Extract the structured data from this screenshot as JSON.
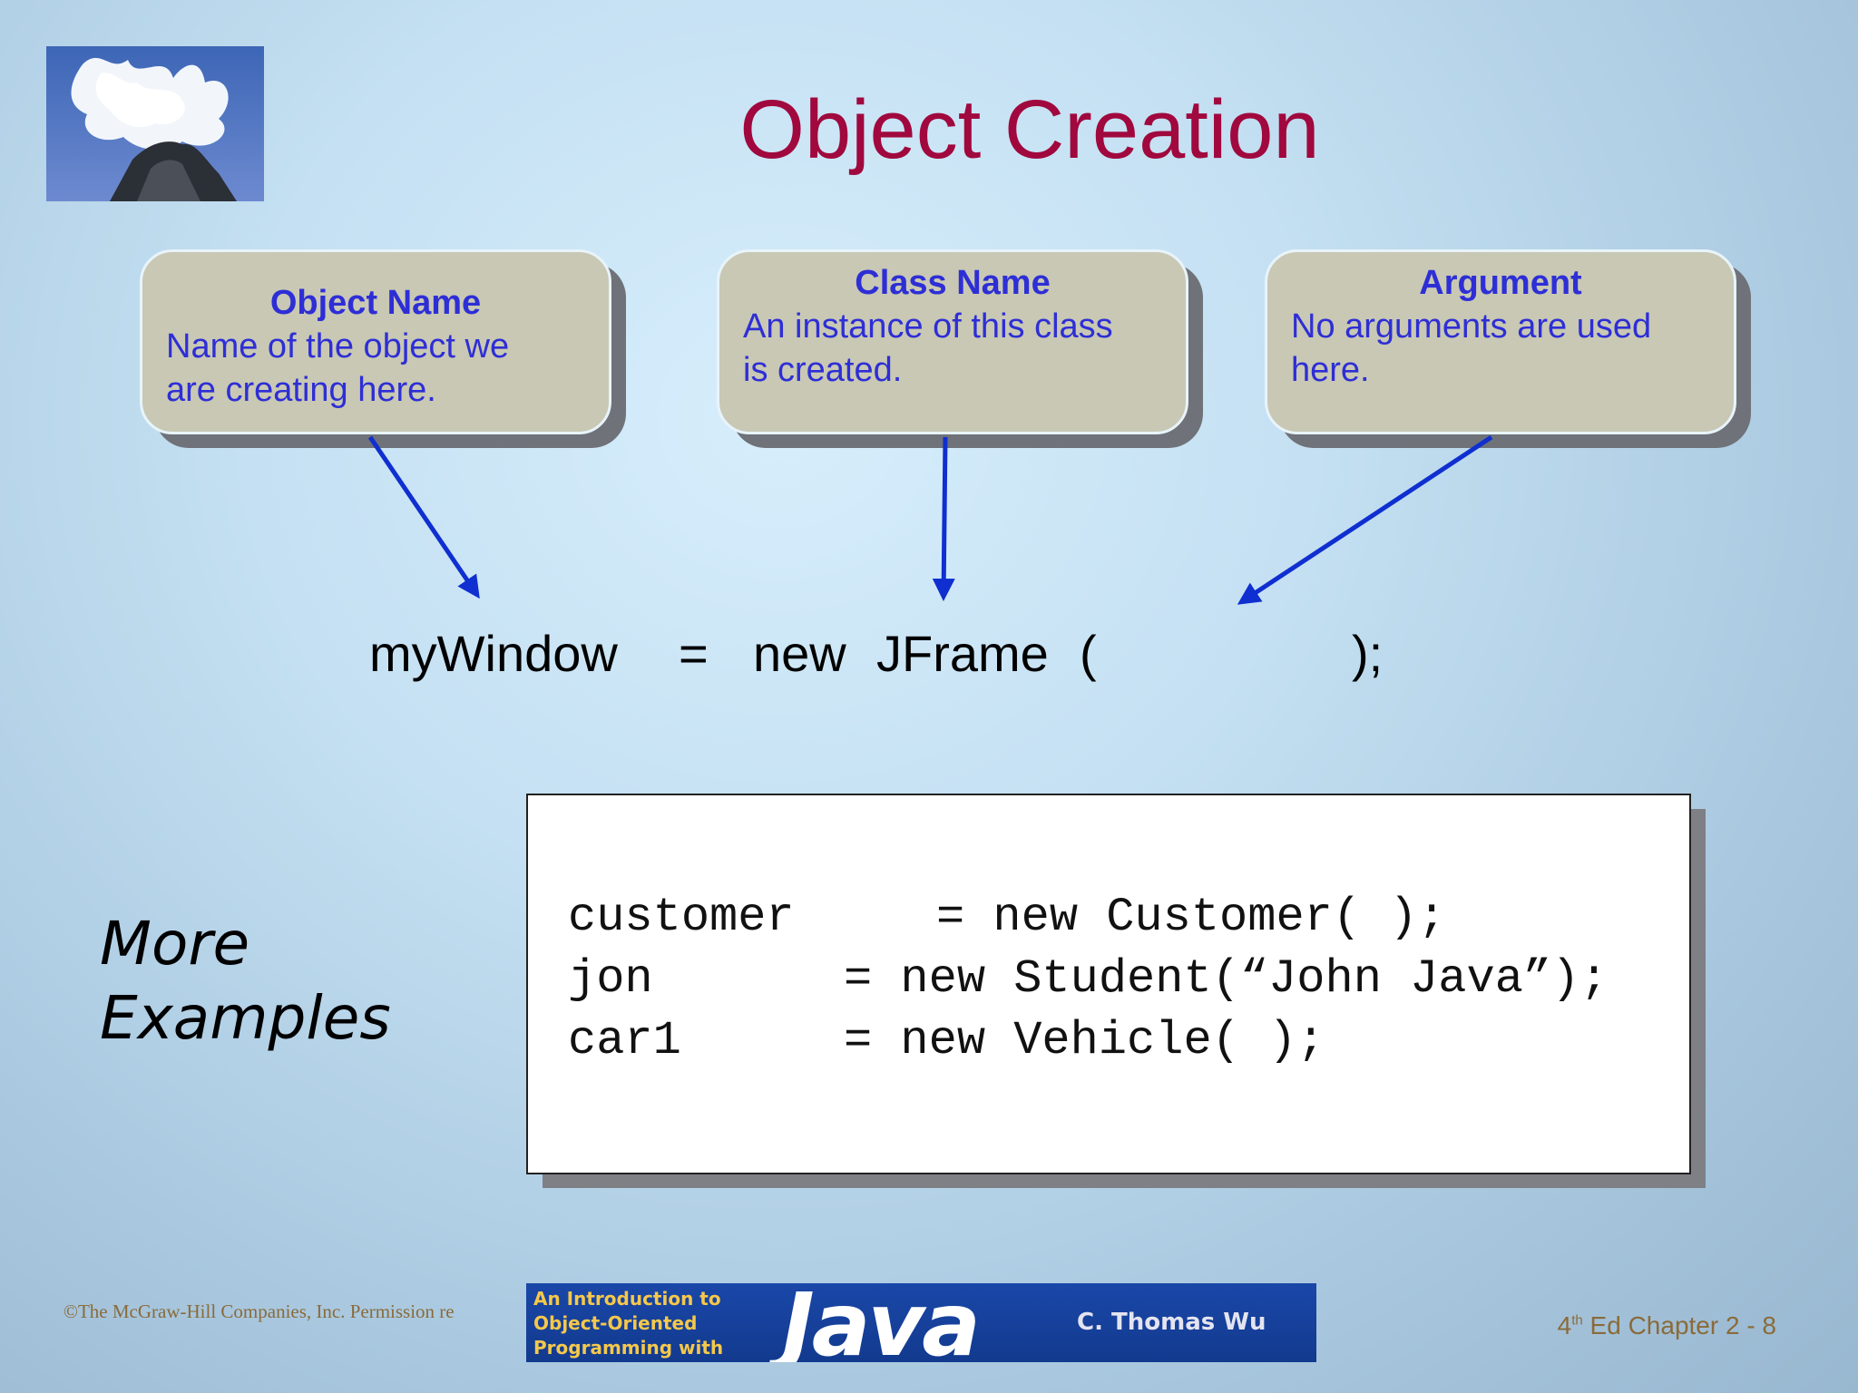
{
  "slide": {
    "title": "Object Creation",
    "callouts": [
      {
        "heading": "Object Name",
        "body_lines": [
          "Name of the object we",
          "are creating here."
        ]
      },
      {
        "heading": "Class Name",
        "body_lines": [
          "An instance of this class",
          "is created."
        ]
      },
      {
        "heading": "Argument",
        "body_lines": [
          "No arguments are used",
          "here."
        ]
      }
    ],
    "statement": {
      "object": "myWindow",
      "equals": "=",
      "keyword": "new",
      "class_name": "JFrame",
      "open_paren": "(",
      "close": ");"
    },
    "more_examples_label": [
      "More",
      "Examples"
    ],
    "code_lines": [
      {
        "name": "customer",
        "rest": "= new Customer( );"
      },
      {
        "name": "jon",
        "rest": "= new Student(“John Java”);"
      },
      {
        "name": "car1",
        "rest": "= new Vehicle( );"
      }
    ],
    "arrow_color": "#0f2fd0",
    "title_color": "#a0083e",
    "callout_text_color": "#2e2ed6"
  },
  "footer": {
    "copyright": "©The McGraw-Hill Companies, Inc. Permission re",
    "banner": {
      "line1": "An Introduction to",
      "line2": "Object-Oriented",
      "line3": "Programming with",
      "java": "Java",
      "author": "C. Thomas Wu"
    },
    "chapter": {
      "edition_num": "4",
      "edition_suffix": "th",
      "rest": " Ed Chapter 2 - 8"
    }
  }
}
